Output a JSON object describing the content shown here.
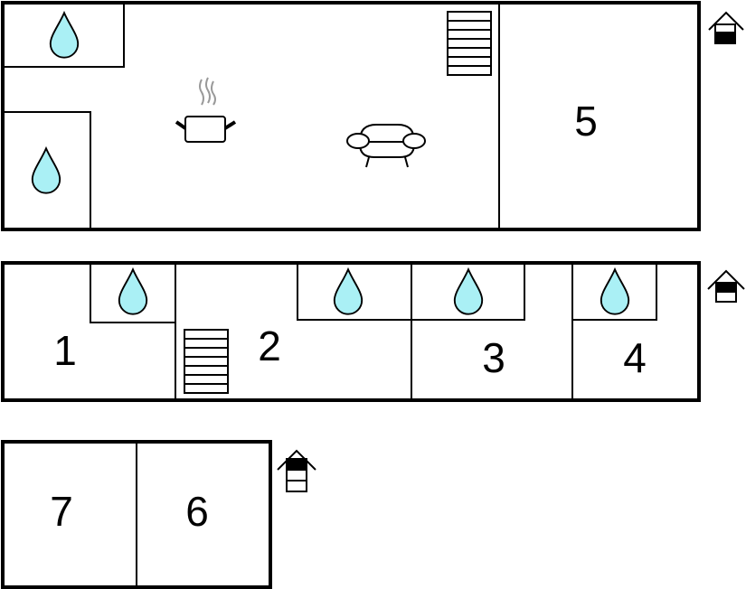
{
  "colors": {
    "water": "#aaf0f5",
    "wall": "#000000",
    "steam": "#999999"
  },
  "floors": [
    {
      "name": "upper-floor",
      "house_icon": "house-level-ground-icon",
      "rooms": [
        {
          "label": "5"
        }
      ],
      "icons": [
        "water-drop-icon",
        "water-drop-icon",
        "stairs-icon",
        "cooking-pot-icon",
        "sofa-icon"
      ]
    },
    {
      "name": "middle-floor",
      "house_icon": "house-level-first-icon",
      "rooms": [
        {
          "label": "1"
        },
        {
          "label": "2"
        },
        {
          "label": "3"
        },
        {
          "label": "4"
        }
      ],
      "icons": [
        "water-drop-icon",
        "water-drop-icon",
        "water-drop-icon",
        "water-drop-icon",
        "stairs-icon"
      ]
    },
    {
      "name": "top-floor",
      "house_icon": "house-level-second-icon",
      "rooms": [
        {
          "label": "7"
        },
        {
          "label": "6"
        }
      ]
    }
  ]
}
